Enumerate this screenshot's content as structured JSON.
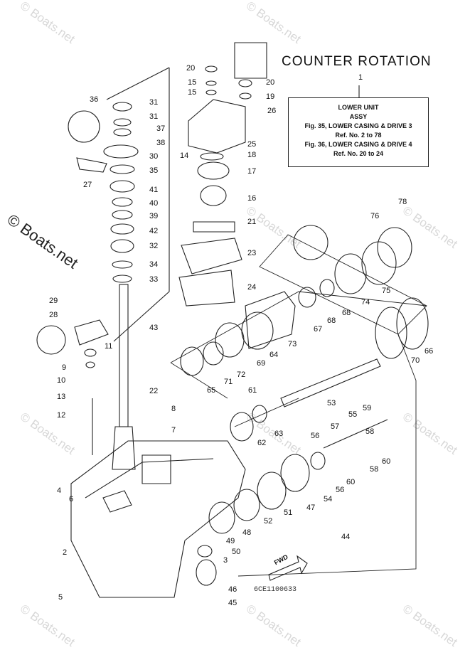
{
  "title": "COUNTER ROTATION",
  "watermark": "© Boats.net",
  "note": {
    "ref_number": "1",
    "lines": [
      "LOWER UNIT",
      "ASSY",
      "Fig. 35, LOWER CASING & DRIVE 3",
      "Ref. No. 2 to 78",
      "Fig. 36, LOWER CASING & DRIVE 4",
      "Ref. No. 20 to 24"
    ]
  },
  "fwd_label": "FWD",
  "drawing_code": "6CE1100633",
  "callouts": [
    "20",
    "15",
    "15",
    "20",
    "19",
    "26",
    "36",
    "31",
    "31",
    "37",
    "38",
    "30",
    "35",
    "41",
    "40",
    "39",
    "42",
    "32",
    "34",
    "33",
    "14",
    "25",
    "18",
    "17",
    "16",
    "21",
    "23",
    "24",
    "27",
    "29",
    "28",
    "11",
    "9",
    "10",
    "13",
    "12",
    "43",
    "22",
    "8",
    "7",
    "4",
    "6",
    "2",
    "78",
    "76",
    "75",
    "74",
    "68",
    "68",
    "67",
    "73",
    "64",
    "69",
    "72",
    "71",
    "65",
    "70",
    "66",
    "53",
    "61",
    "63",
    "62",
    "56",
    "57",
    "55",
    "59",
    "58",
    "60",
    "58",
    "60",
    "56",
    "54",
    "47",
    "51",
    "52",
    "48",
    "49",
    "50",
    "3",
    "44",
    "46",
    "45",
    "5"
  ]
}
